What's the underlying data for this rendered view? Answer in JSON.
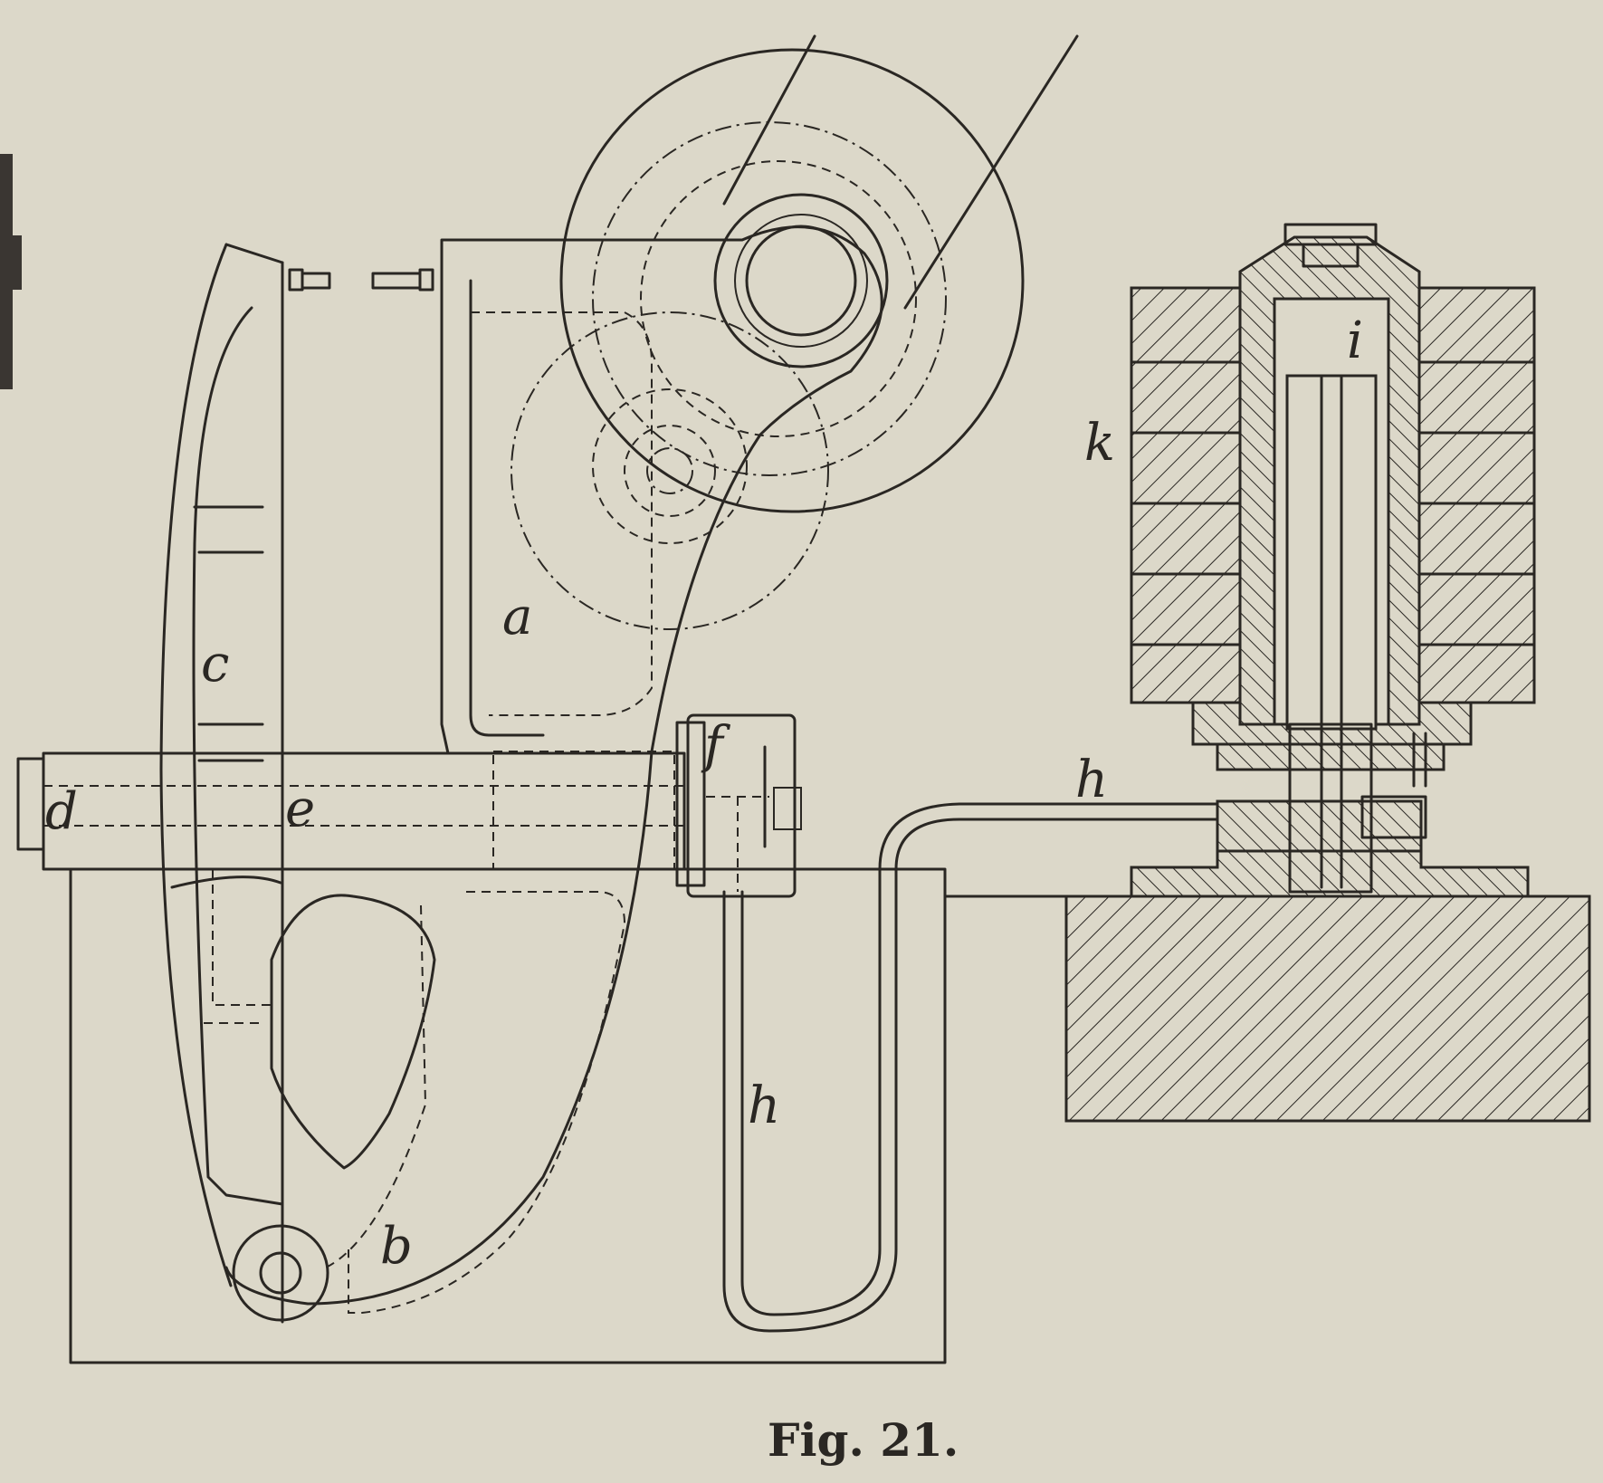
{
  "figure": {
    "caption": "Fig. 21."
  },
  "labels": {
    "a": "a",
    "b": "b",
    "c": "c",
    "d": "d",
    "e": "e",
    "f": "f",
    "h_top": "h",
    "h_bottom": "h",
    "i": "i",
    "k": "k"
  }
}
